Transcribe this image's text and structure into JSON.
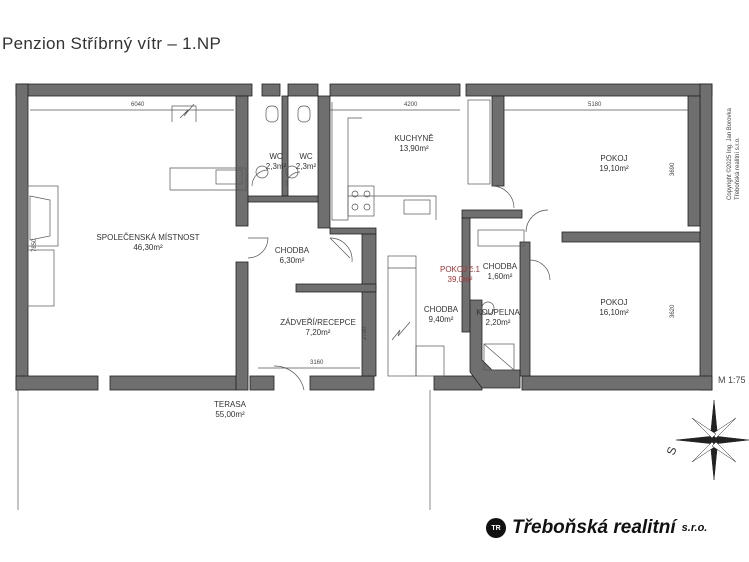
{
  "title": "Penzion Stříbrný vítr – 1.NP",
  "rooms": [
    {
      "name": "SPOLEČENSKÁ MÍSTNOST",
      "area": "46,30m²"
    },
    {
      "name": "WC",
      "area": "2,3m²"
    },
    {
      "name": "WC",
      "area": "2,3m²"
    },
    {
      "name": "KUCHYNĚ",
      "area": "13,90m²"
    },
    {
      "name": "POKOJ",
      "area": "19,10m²"
    },
    {
      "name": "CHODBA",
      "area": "6,30m²"
    },
    {
      "name": "POKOJ č.1",
      "area": "39,0m²"
    },
    {
      "name": "CHODBA",
      "area": "1,60m²"
    },
    {
      "name": "CHODBA",
      "area": "9,40m²"
    },
    {
      "name": "KOUPELNA",
      "area": "2,20m²"
    },
    {
      "name": "POKOJ",
      "area": "16,10m²"
    },
    {
      "name": "ZÁDVEŘÍ/RECEPCE",
      "area": "7,20m²"
    },
    {
      "name": "TERASA",
      "area": "55,00m²"
    }
  ],
  "dimensions": {
    "d6040": "6040",
    "d4200": "4200",
    "d5180": "5180",
    "d7850": "7850",
    "d3690": "3690",
    "d3620": "3620",
    "d2780": "2780",
    "d3160": "3160"
  },
  "scale": "M 1:75",
  "copyright": [
    "Copyright ©2025 Ing. Jan Borovka",
    "Třeboňská realitní s.r.o."
  ],
  "compass_letter": "S",
  "brand": {
    "logo": "TR",
    "name": "Třeboňská realitní",
    "suffix": "s.r.o."
  },
  "colors": {
    "wall_fill": "#6f6f6f",
    "wall_stroke": "#222222",
    "line": "#555555"
  }
}
